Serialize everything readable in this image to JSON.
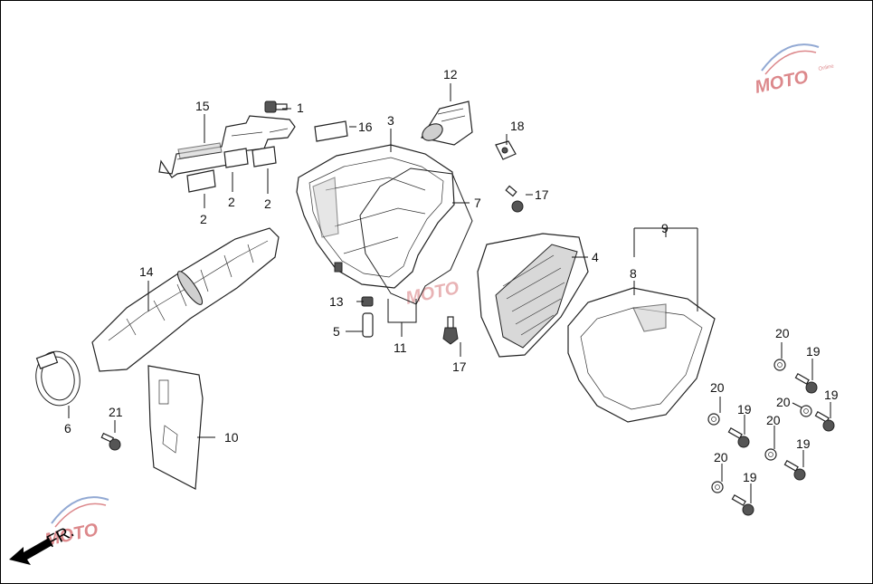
{
  "diagram": {
    "direction_label": "FR.",
    "watermark_text": "MOTO",
    "watermark_colors": {
      "red": "#c0272d",
      "blue": "#3a63b0",
      "gray": "#8a8a8a"
    },
    "callouts": [
      {
        "id": "c1",
        "text": "1"
      },
      {
        "id": "c2a",
        "text": "2"
      },
      {
        "id": "c2b",
        "text": "2"
      },
      {
        "id": "c2c",
        "text": "2"
      },
      {
        "id": "c3",
        "text": "3"
      },
      {
        "id": "c4",
        "text": "4"
      },
      {
        "id": "c5",
        "text": "5"
      },
      {
        "id": "c6",
        "text": "6"
      },
      {
        "id": "c7",
        "text": "7"
      },
      {
        "id": "c8",
        "text": "8"
      },
      {
        "id": "c9",
        "text": "9"
      },
      {
        "id": "c10",
        "text": "10"
      },
      {
        "id": "c11",
        "text": "11"
      },
      {
        "id": "c12",
        "text": "12"
      },
      {
        "id": "c13",
        "text": "13"
      },
      {
        "id": "c14",
        "text": "14"
      },
      {
        "id": "c15",
        "text": "15"
      },
      {
        "id": "c16",
        "text": "16"
      },
      {
        "id": "c17a",
        "text": "17"
      },
      {
        "id": "c17b",
        "text": "17"
      },
      {
        "id": "c18",
        "text": "18"
      },
      {
        "id": "c19a",
        "text": "19"
      },
      {
        "id": "c19b",
        "text": "19"
      },
      {
        "id": "c19c",
        "text": "19"
      },
      {
        "id": "c19d",
        "text": "19"
      },
      {
        "id": "c19e",
        "text": "19"
      },
      {
        "id": "c20a",
        "text": "20"
      },
      {
        "id": "c20b",
        "text": "20"
      },
      {
        "id": "c20c",
        "text": "20"
      },
      {
        "id": "c20d",
        "text": "20"
      },
      {
        "id": "c20e",
        "text": "20"
      },
      {
        "id": "c21",
        "text": "21"
      }
    ]
  }
}
